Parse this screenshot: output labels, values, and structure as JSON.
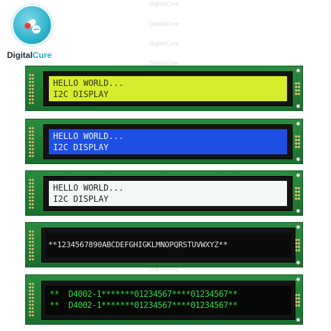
{
  "brand": {
    "name_part1": "Digital",
    "name_part2": "Cure",
    "logo_icon": "medical-pills-icon",
    "colors": {
      "dark": "#1d2b3a",
      "accent": "#28a9c4"
    }
  },
  "watermark": "DigitalCure",
  "modules": [
    {
      "color": "yellow-green",
      "lines": [
        "HELLO WORLD...",
        "I2C DISPLAY"
      ]
    },
    {
      "color": "blue",
      "lines": [
        "HELLO WORLD...",
        "I2C DISPLAY"
      ]
    },
    {
      "color": "white",
      "lines": [
        "HELLO WORLD...",
        "I2C DISPLAY"
      ]
    },
    {
      "color": "black",
      "lines": [
        "**1234567890ABCDEFGHIGKLMNOPQRSTUVWXYZ**"
      ]
    },
    {
      "color": "black-green",
      "lines": [
        "**  D4002-1*******01234567****01234567**",
        "**  D4002-1*******01234567****01234567**"
      ]
    }
  ]
}
